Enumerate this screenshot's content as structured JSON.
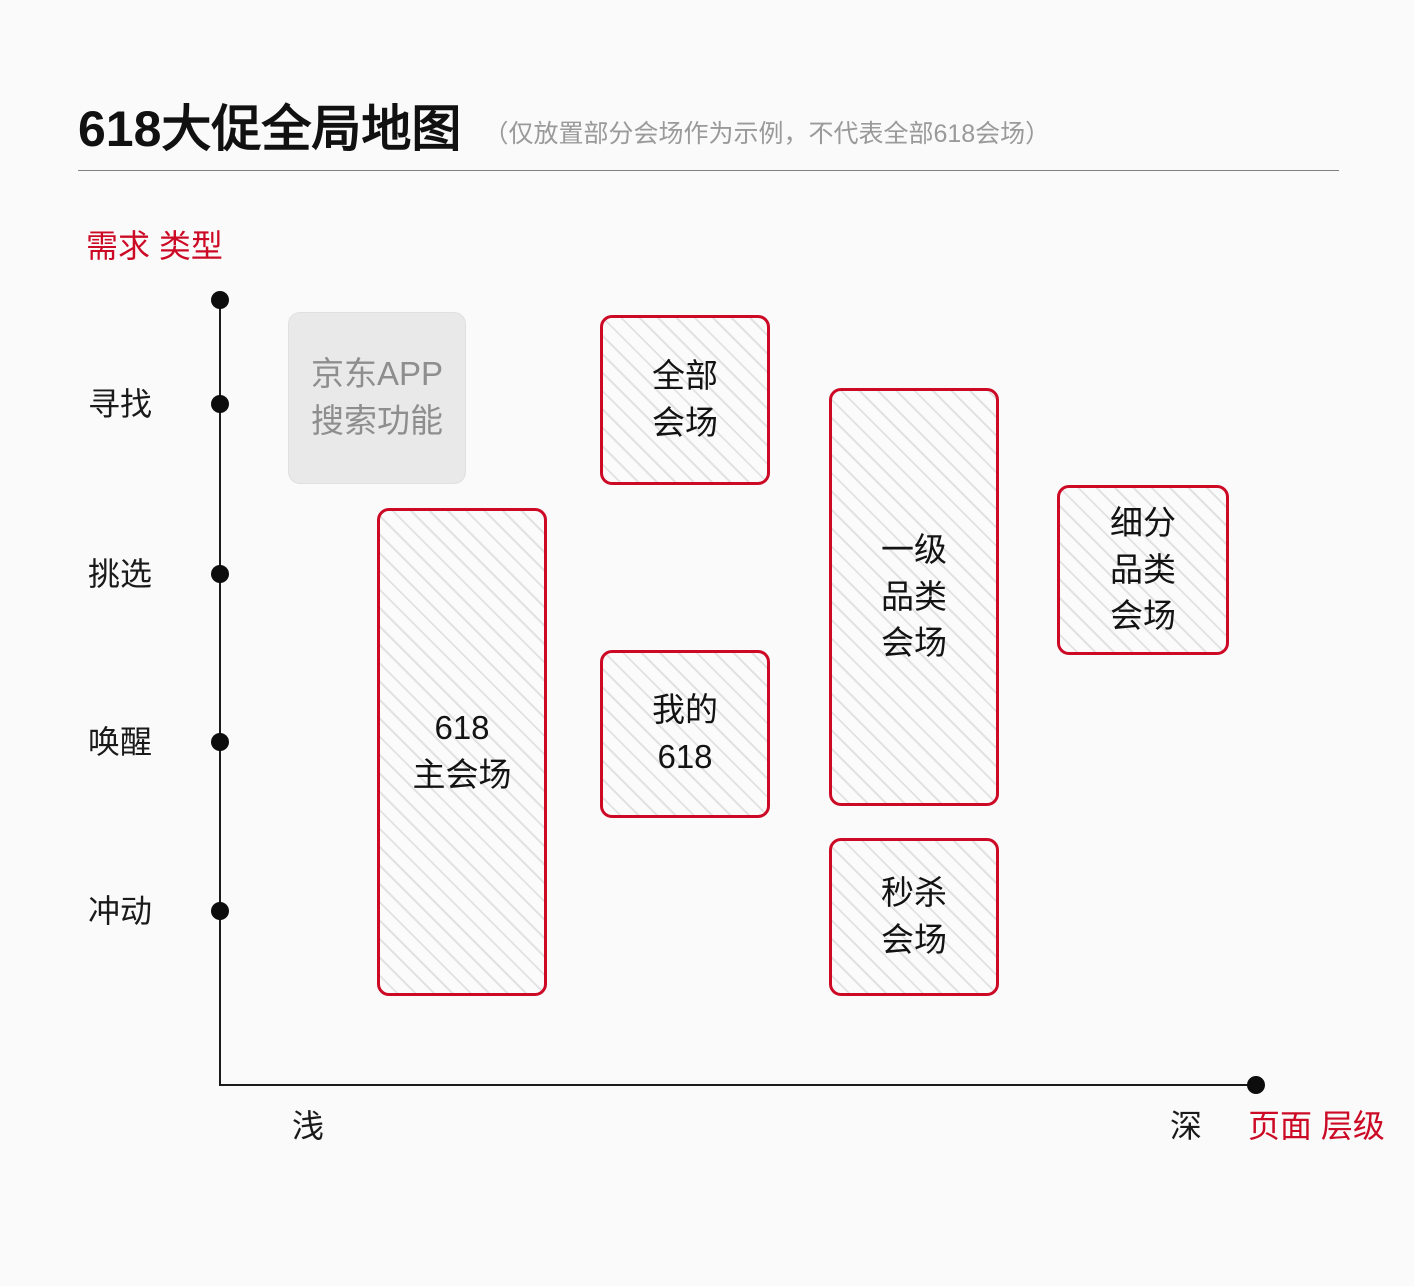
{
  "header": {
    "title": "618大促全局地图",
    "subtitle": "（仅放置部分会场作为示例，不代表全部618会场）"
  },
  "axes": {
    "y": {
      "name": "需求\n类型",
      "name_color": "#cc0a26",
      "ticks": [
        "寻找",
        "挑选",
        "唤醒",
        "冲动"
      ]
    },
    "x": {
      "name": "页面\n层级",
      "name_color": "#cc0a26",
      "low_label": "浅",
      "high_label": "深"
    }
  },
  "chart_data": {
    "type": "scatter",
    "title": "618大促全局地图",
    "subtitle": "（仅放置部分会场作为示例，不代表全部618会场）",
    "xlabel": "页面层级",
    "ylabel": "需求类型",
    "x_tick_labels": [
      "浅",
      "深"
    ],
    "y_tick_labels": [
      "寻找",
      "挑选",
      "唤醒",
      "冲动"
    ],
    "grid": false,
    "legend": false,
    "accent_color": "#cc0a26",
    "nodes": [
      {
        "id": "jd-app-search",
        "label": "京东APP\n搜索功能",
        "kind": "tool",
        "x_span": [
          "浅",
          "浅"
        ],
        "y_span": [
          "寻找",
          "寻找"
        ],
        "fill": "#e9e9e9",
        "text_color": "#8e8e8e"
      },
      {
        "id": "all-venues",
        "label": "全部\n会场",
        "kind": "venue",
        "x_span": [
          "浅-中",
          "浅-中"
        ],
        "y_span": [
          "寻找",
          "寻找"
        ],
        "fill": "hatched",
        "border_color": "#cc0a26"
      },
      {
        "id": "main-venue-618",
        "label": "618\n主会场",
        "kind": "venue",
        "x_span": [
          "浅",
          "浅"
        ],
        "y_span": [
          "挑选",
          "冲动"
        ],
        "fill": "hatched",
        "border_color": "#cc0a26"
      },
      {
        "id": "my-618",
        "label": "我的\n618",
        "kind": "venue",
        "x_span": [
          "浅-中",
          "浅-中"
        ],
        "y_span": [
          "唤醒",
          "唤醒"
        ],
        "fill": "hatched",
        "border_color": "#cc0a26"
      },
      {
        "id": "primary-category-venue",
        "label": "一级\n品类\n会场",
        "kind": "venue",
        "x_span": [
          "中-深",
          "中-深"
        ],
        "y_span": [
          "挑选",
          "唤醒"
        ],
        "fill": "hatched",
        "border_color": "#cc0a26"
      },
      {
        "id": "flash-sale-venue",
        "label": "秒杀\n会场",
        "kind": "venue",
        "x_span": [
          "中-深",
          "中-深"
        ],
        "y_span": [
          "冲动",
          "冲动"
        ],
        "fill": "hatched",
        "border_color": "#cc0a26"
      },
      {
        "id": "sub-category-venue",
        "label": "细分\n品类\n会场",
        "kind": "venue",
        "x_span": [
          "深",
          "深"
        ],
        "y_span": [
          "挑选",
          "挑选"
        ],
        "fill": "hatched",
        "border_color": "#cc0a26"
      }
    ]
  }
}
